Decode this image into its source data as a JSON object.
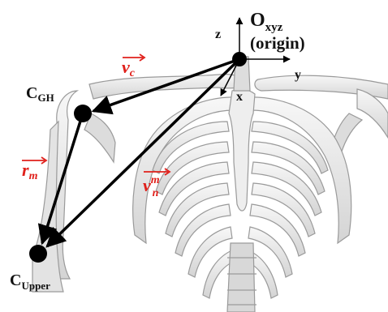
{
  "labels": {
    "origin_main": "O",
    "origin_sub": "xyz",
    "origin_note": "(origin)",
    "gh_main": "C",
    "gh_sub": "GH",
    "upper_main": "C",
    "upper_sub": "Upper"
  },
  "axes": {
    "z": "z",
    "y": "y",
    "x": "x"
  },
  "vectors": {
    "vc_base": "v",
    "vc_sub": "c",
    "rm_base": "r",
    "rm_sub": "m",
    "vnm_base": "v",
    "vnm_sub": "n",
    "vnm_sup": "m"
  },
  "colors": {
    "vector_label": "#e0201b",
    "arrow": "#000000",
    "bone": "#e9e9e9",
    "bone_shadow": "#bdbdbd"
  }
}
